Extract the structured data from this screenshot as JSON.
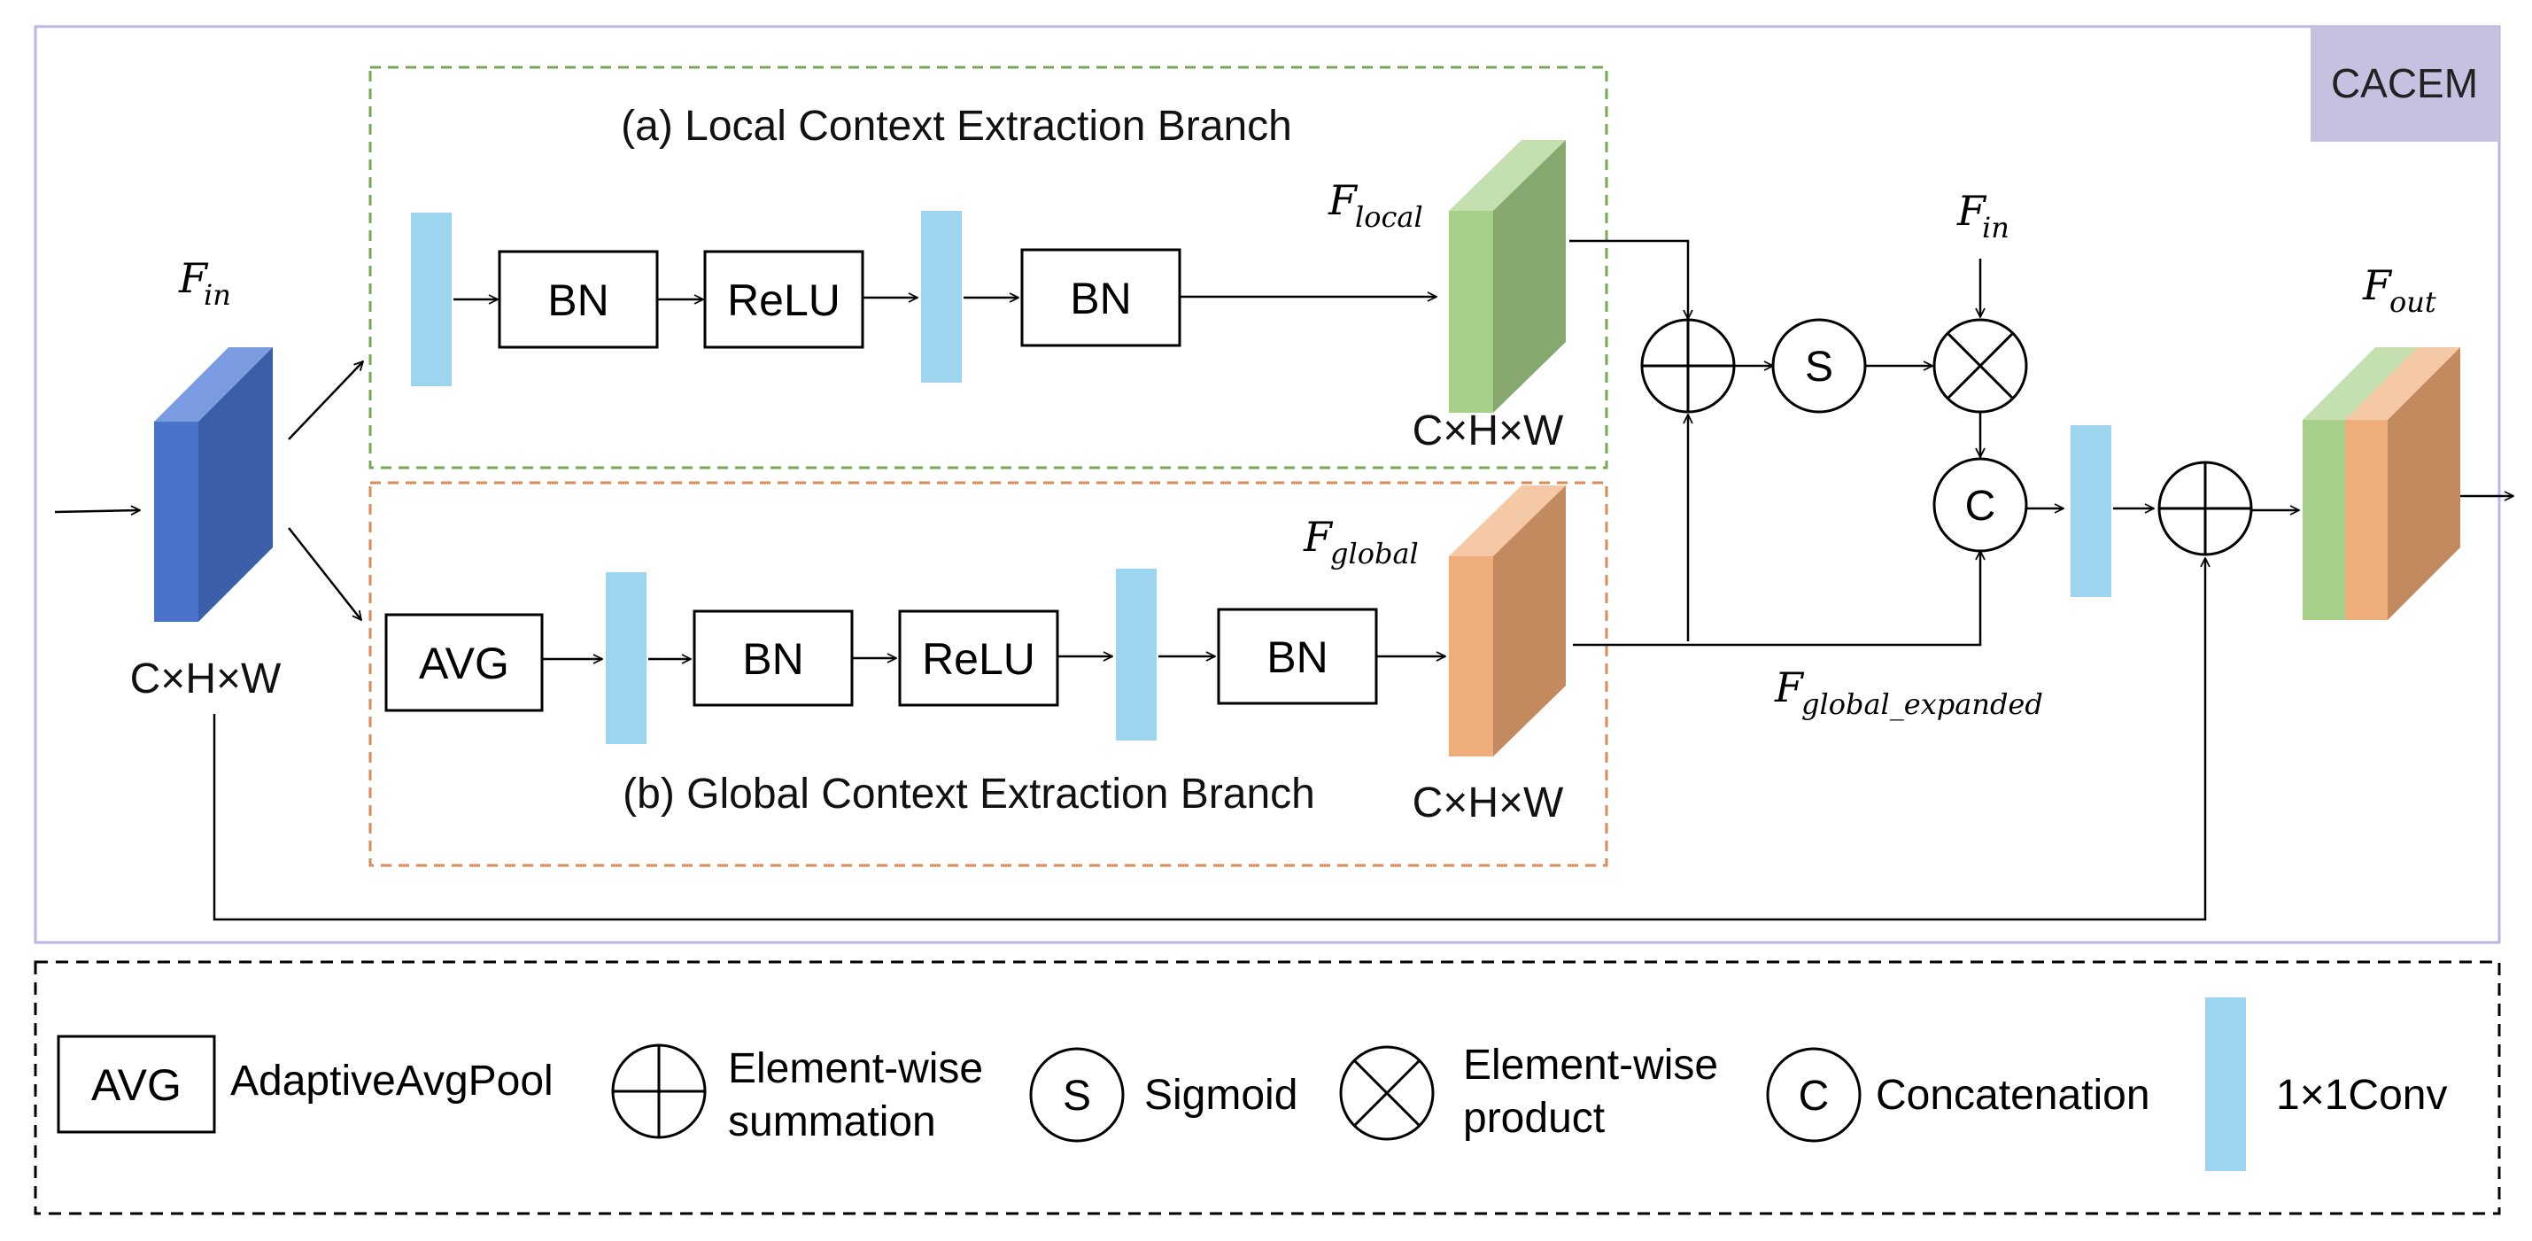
{
  "badge": {
    "label": "CACEM",
    "color": "#c8c0e0"
  },
  "branches": {
    "local": {
      "title": "(a) Local Context Extraction Branch",
      "border_color": "#77a855"
    },
    "global": {
      "title": "(b) Global Context Extraction Branch",
      "border_color": "#d98a55"
    }
  },
  "blocks": {
    "bn": "BN",
    "relu": "ReLU",
    "avg": "AVG",
    "sigmoid": "S",
    "concat": "C"
  },
  "features": {
    "fin_left": {
      "base": "F",
      "sub": "in",
      "dims": "C×H×W"
    },
    "f_local": {
      "base": "F",
      "sub": "local",
      "dims": "C×H×W"
    },
    "f_global": {
      "base": "F",
      "sub": "global",
      "dims": "C×H×W"
    },
    "fin_right": {
      "base": "F",
      "sub": "in"
    },
    "f_global_expanded": {
      "base": "F",
      "sub": "global_expanded"
    },
    "f_out": {
      "base": "F",
      "sub": "out"
    }
  },
  "legend": {
    "avg_box": "AVG",
    "avg_label": "AdaptiveAvgPool",
    "sum_label_line1": "Element-wise",
    "sum_label_line2": "summation",
    "sigmoid_symbol": "S",
    "sigmoid_label": "Sigmoid",
    "product_label_line1": "Element-wise",
    "product_label_line2": "product",
    "concat_symbol": "C",
    "concat_label": "Concatenation",
    "conv_label": "1×1Conv"
  },
  "colors": {
    "conv": "#9dd5f0",
    "blue_front": "#4a74cc",
    "blue_side": "#3a5ea8",
    "green_front": "#a7d08a",
    "green_side": "#86a86f",
    "orange_front": "#f0ad7c",
    "orange_side": "#c48a5f",
    "outer_border": "#b9b6e0"
  }
}
